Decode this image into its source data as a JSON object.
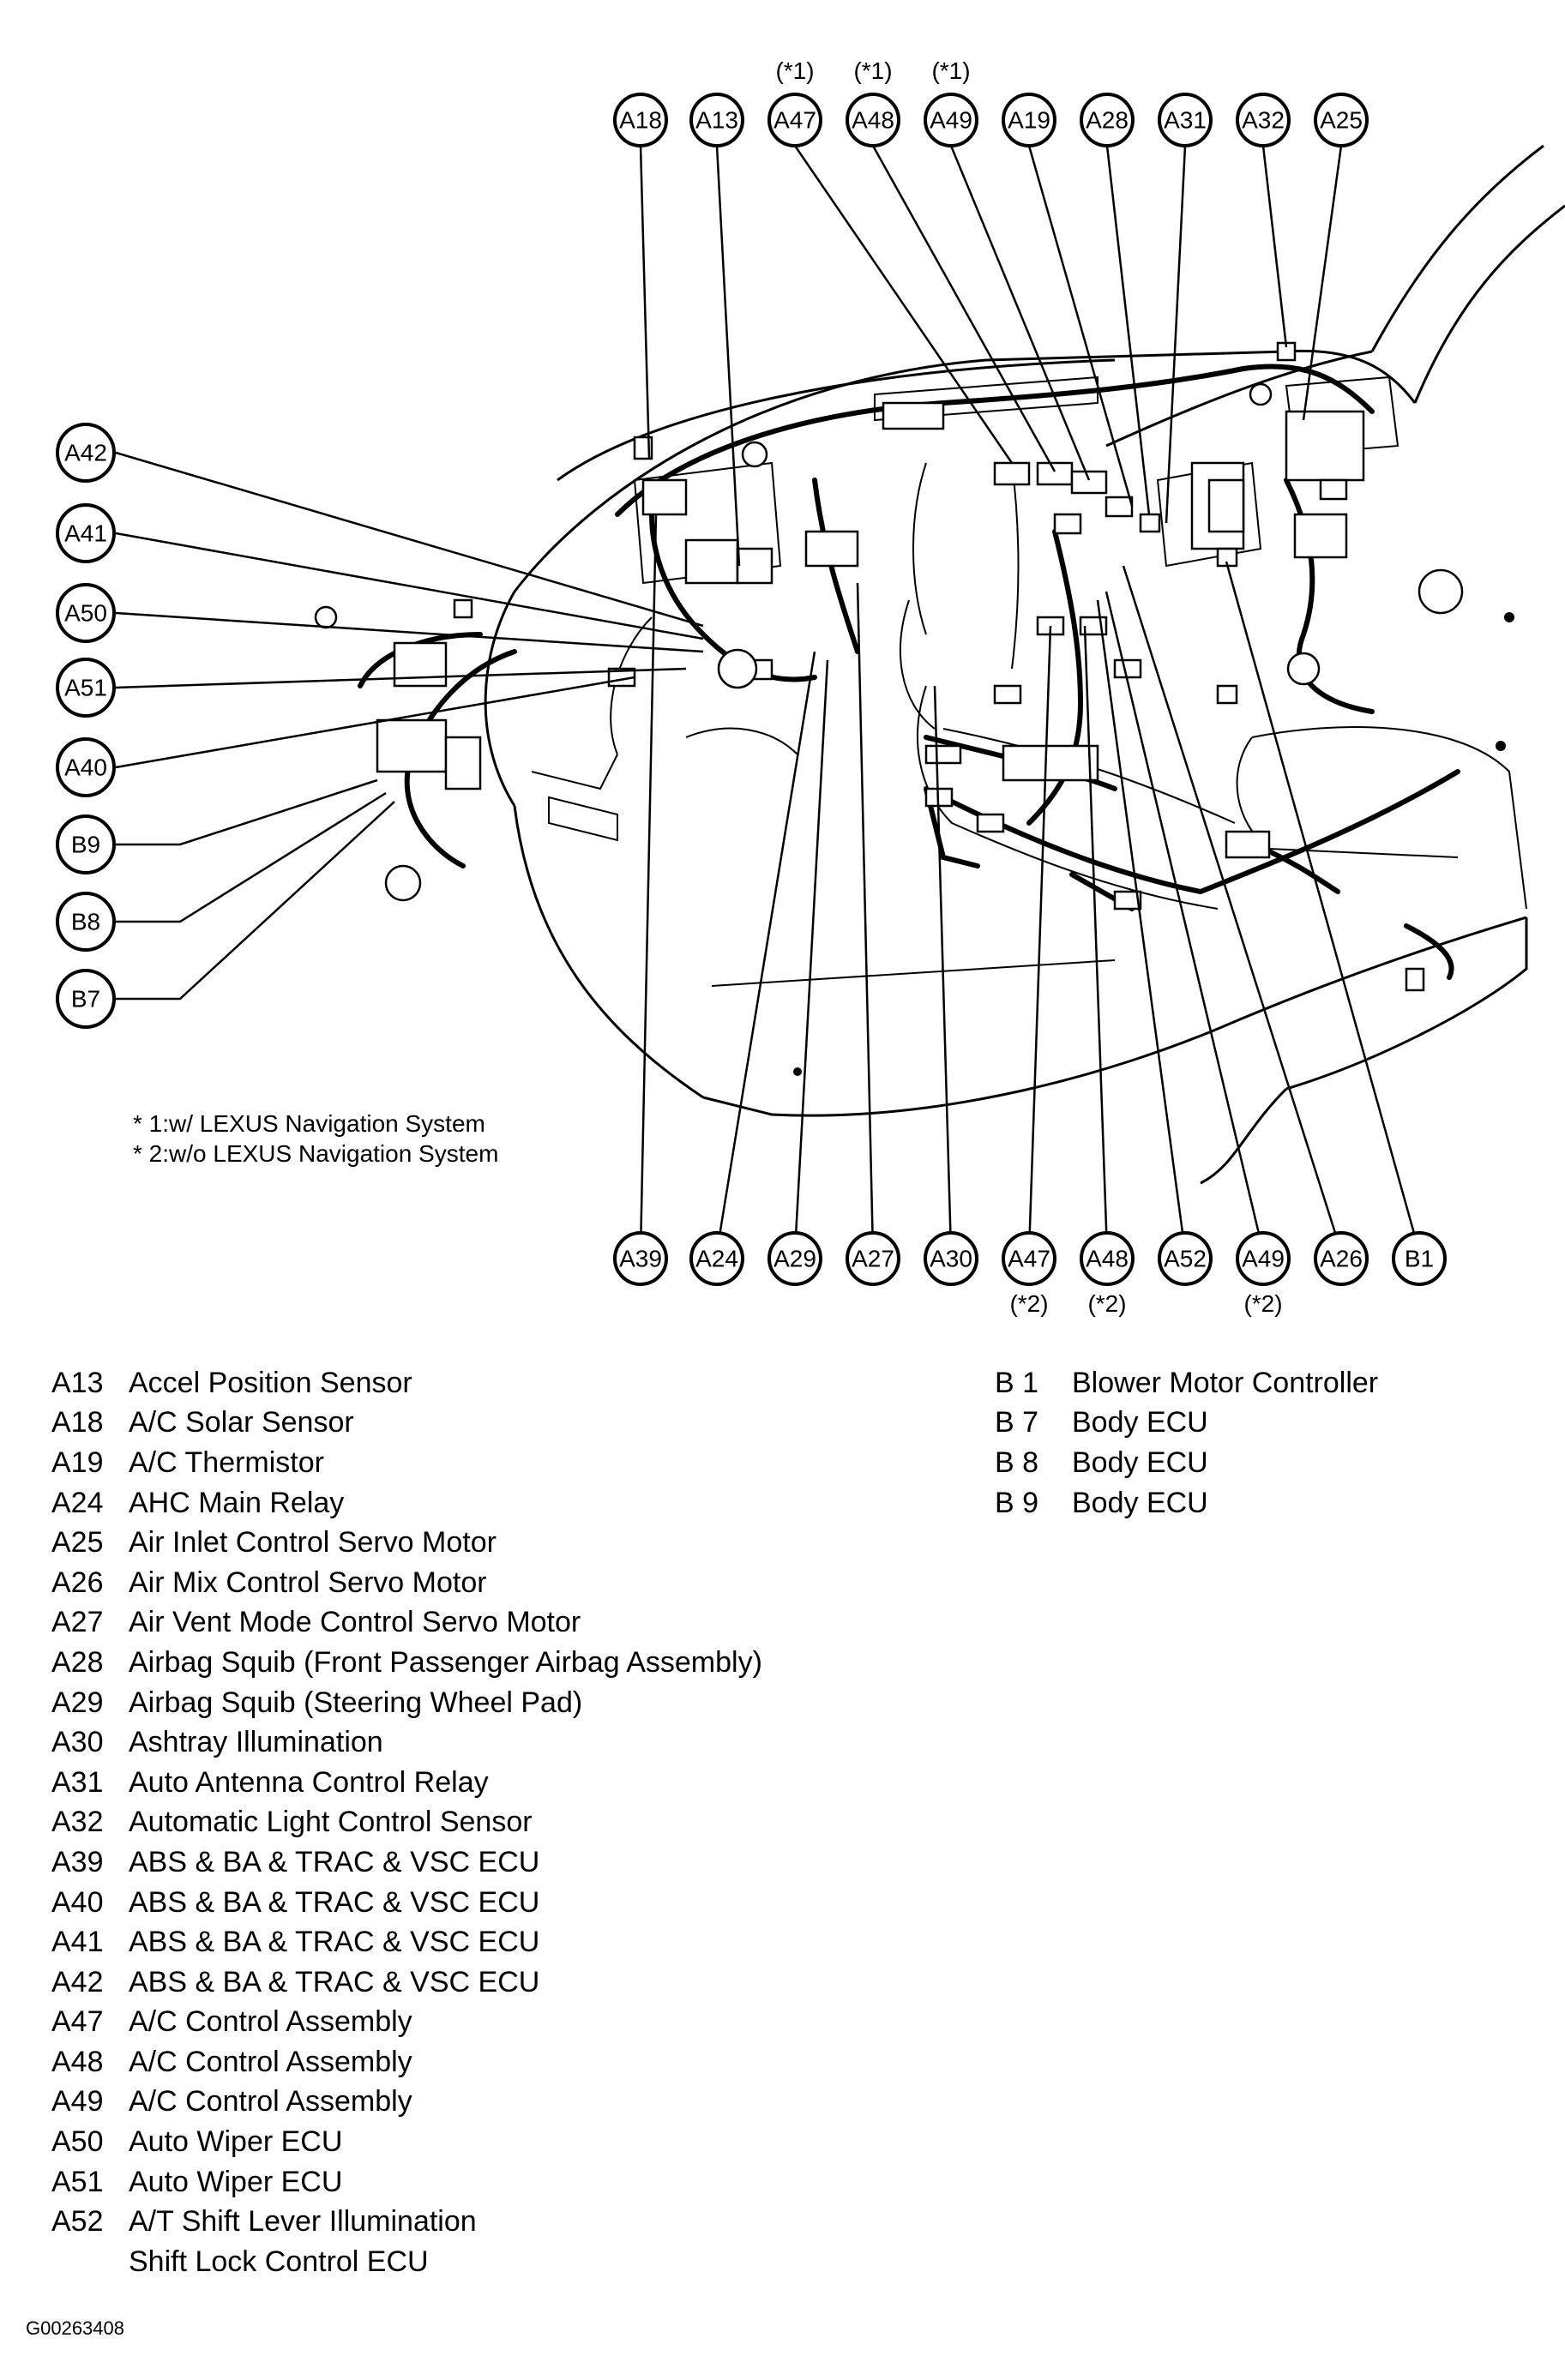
{
  "top_notes": [
    "(*1)",
    "(*1)",
    "(*1)"
  ],
  "top_callouts": [
    "A18",
    "A13",
    "A47",
    "A48",
    "A49",
    "A19",
    "A28",
    "A31",
    "A32",
    "A25"
  ],
  "left_callouts": [
    "A42",
    "A41",
    "A50",
    "A51",
    "A40",
    "B9",
    "B8",
    "B7"
  ],
  "bottom_callouts": [
    "A39",
    "A24",
    "A29",
    "A27",
    "A30",
    "A47",
    "A48",
    "A52",
    "A49",
    "A26",
    "B1"
  ],
  "bottom_notes": [
    "(*2)",
    "(*2)",
    "(*2)"
  ],
  "footnotes": [
    "* 1:w/ LEXUS Navigation System",
    "* 2:w/o LEXUS Navigation System"
  ],
  "legend_left": [
    {
      "code": "A13",
      "name": "Accel Position Sensor"
    },
    {
      "code": "A18",
      "name": "A/C Solar Sensor"
    },
    {
      "code": "A19",
      "name": "A/C Thermistor"
    },
    {
      "code": "A24",
      "name": "AHC Main Relay"
    },
    {
      "code": "A25",
      "name": "Air Inlet Control Servo Motor"
    },
    {
      "code": "A26",
      "name": "Air Mix Control Servo Motor"
    },
    {
      "code": "A27",
      "name": "Air Vent Mode Control Servo Motor"
    },
    {
      "code": "A28",
      "name": "Airbag Squib (Front Passenger Airbag Assembly)"
    },
    {
      "code": "A29",
      "name": "Airbag Squib (Steering Wheel Pad)"
    },
    {
      "code": "A30",
      "name": "Ashtray Illumination"
    },
    {
      "code": "A31",
      "name": "Auto Antenna Control Relay"
    },
    {
      "code": "A32",
      "name": "Automatic Light Control Sensor"
    },
    {
      "code": "A39",
      "name": "ABS & BA & TRAC & VSC ECU"
    },
    {
      "code": "A40",
      "name": "ABS & BA & TRAC & VSC ECU"
    },
    {
      "code": "A41",
      "name": "ABS & BA & TRAC & VSC ECU"
    },
    {
      "code": "A42",
      "name": "ABS & BA & TRAC & VSC ECU"
    },
    {
      "code": "A47",
      "name": "A/C Control Assembly"
    },
    {
      "code": "A48",
      "name": "A/C Control Assembly"
    },
    {
      "code": "A49",
      "name": "A/C Control Assembly"
    },
    {
      "code": "A50",
      "name": "Auto Wiper ECU"
    },
    {
      "code": "A51",
      "name": "Auto Wiper ECU"
    },
    {
      "code": "A52",
      "name": "A/T Shift Lever Illumination"
    },
    {
      "code": "",
      "name": "Shift Lock Control ECU"
    }
  ],
  "legend_right": [
    {
      "code": "B 1",
      "name": "Blower Motor Controller"
    },
    {
      "code": "B 7",
      "name": "Body ECU"
    },
    {
      "code": "B 8",
      "name": "Body ECU"
    },
    {
      "code": "B 9",
      "name": "Body ECU"
    }
  ],
  "figure_id": "G00263408"
}
